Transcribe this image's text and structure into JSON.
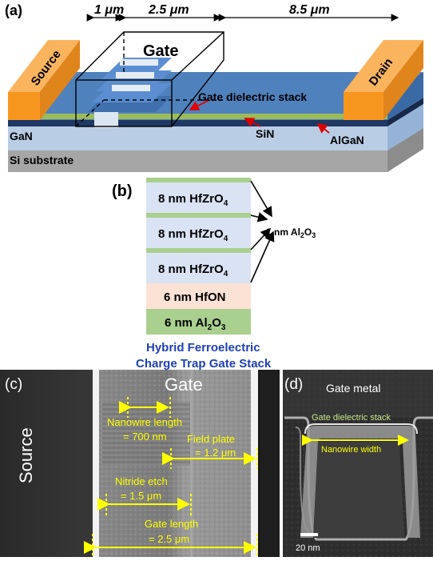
{
  "panel_a": {
    "label": "(a)",
    "dims": [
      "1 μm",
      "2.5 μm",
      "8.5 μm"
    ],
    "gate": "Gate",
    "source": "Source",
    "drain": "Drain",
    "gate_dielectric_stack": "Gate dielectric stack",
    "gan": "GaN",
    "sin": "SiN",
    "algan": "AlGaN",
    "si_substrate": "Si substrate"
  },
  "panel_b": {
    "label": "(b)",
    "hfzro_pre": "8 nm HfZrO",
    "hfzro_sub": "4",
    "al2o3_callout_pre": "1 nm Al",
    "al2o3_callout_sub1": "2",
    "al2o3_callout_mid": "O",
    "al2o3_callout_sub2": "3",
    "hfon": "6 nm HfON",
    "al2o3_bottom_pre": "6 nm Al",
    "al2o3_bottom_sub1": "2",
    "al2o3_bottom_mid": "O",
    "al2o3_bottom_sub2": "3",
    "caption_line1": "Hybrid Ferroelectric",
    "caption_line2": "Charge Trap Gate Stack"
  },
  "panel_c": {
    "label": "(c)",
    "gate": "Gate",
    "source": "Source",
    "nanowire_length_l1": "Nanowire length",
    "nanowire_length_l2": "= 700 nm",
    "field_plate_l1": "Field plate",
    "field_plate_l2": "= 1.2 μm",
    "nitride_etch_l1": "Nitride etch",
    "nitride_etch_l2": "= 1.5 μm",
    "gate_length_l1": "Gate length",
    "gate_length_l2": "= 2.5 μm"
  },
  "panel_d": {
    "label": "(d)",
    "gate_metal": "Gate metal",
    "gate_dielectric_stack": "Gate dielectric stack",
    "nanowire_width": "Nanowire width",
    "scale_bar": "20 nm"
  },
  "colors": {
    "orange": "#f7961e",
    "blue_top": "#4f81bd",
    "blue_dark": "#1f3864",
    "green": "#9bbb59",
    "light_blue": "#b9cde5",
    "gray": "#a6a6a6",
    "yellow": "#ffff00",
    "caption_blue": "#1f3fb5"
  }
}
